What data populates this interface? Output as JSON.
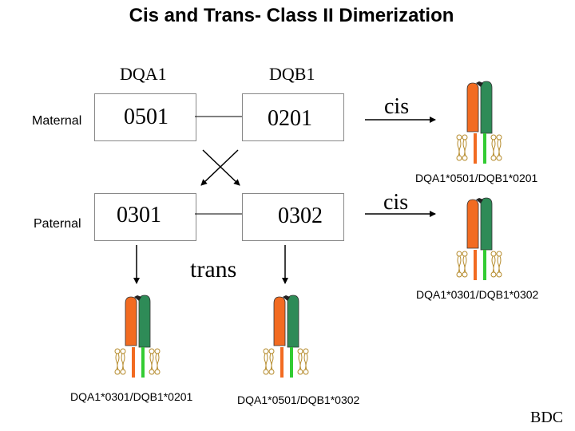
{
  "title": "Cis and Trans- Class II Dimerization",
  "columns": {
    "dqa": "DQA1",
    "dqb": "DQB1"
  },
  "rows": {
    "maternal": {
      "label": "Maternal",
      "dqa": "0501",
      "dqb": "0201"
    },
    "paternal": {
      "label": "Paternal",
      "dqa": "0301",
      "dqb": "0302"
    }
  },
  "labels": {
    "cis_top": "cis",
    "cis_bottom": "cis",
    "trans": "trans"
  },
  "molecules": {
    "cis_top": "DQA1*0501/DQB1*0201",
    "cis_bottom": "DQA1*0301/DQB1*0302",
    "trans_left": "DQA1*0301/DQB1*0201",
    "trans_right": "DQA1*0501/DQB1*0302"
  },
  "footer": "BDC",
  "colors": {
    "alpha": "#f26b21",
    "beta": "#2e8b57",
    "tail": "#33cc33",
    "lipid": "#b58a2a"
  }
}
